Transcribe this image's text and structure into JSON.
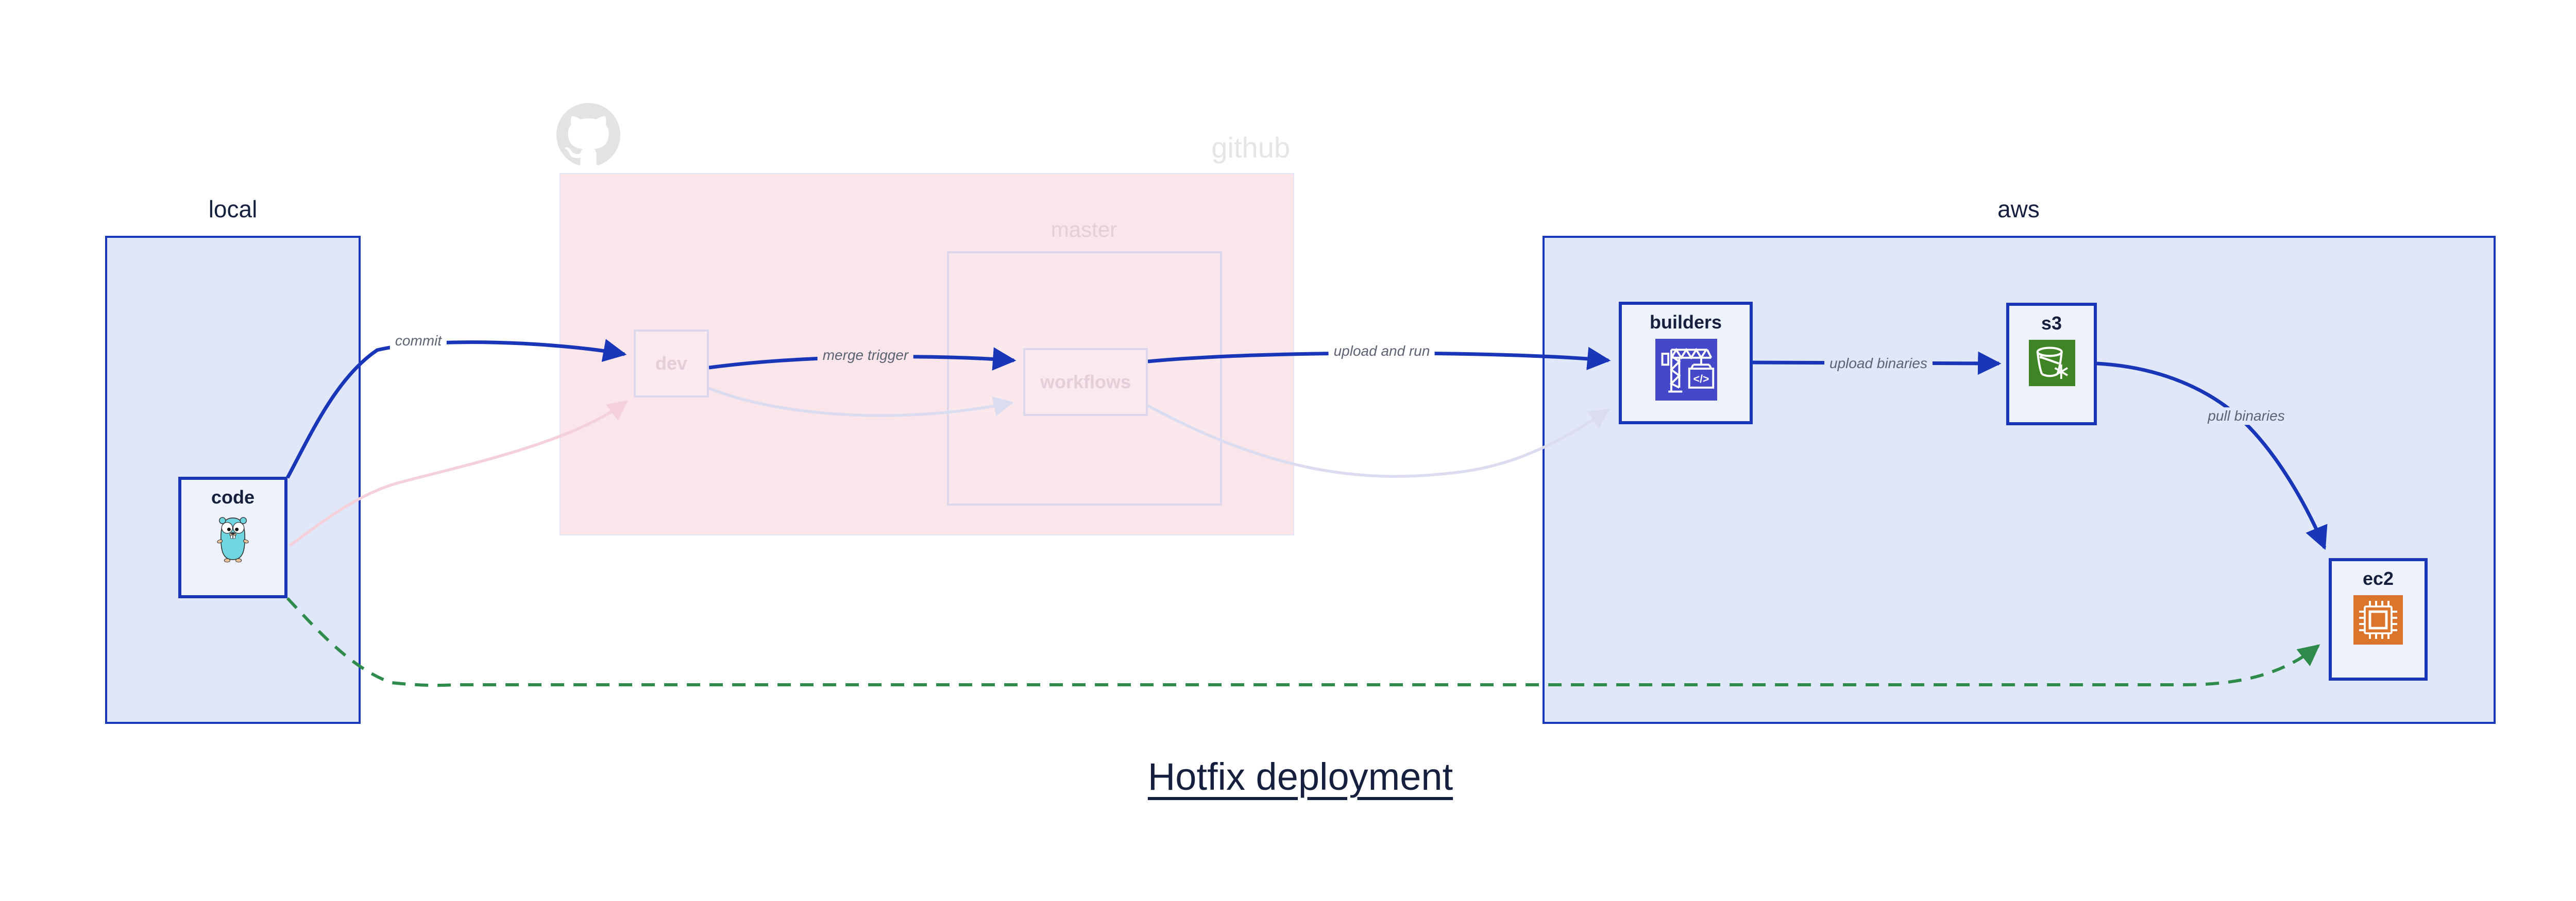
{
  "diagram_title": "Hotfix deployment",
  "groups": {
    "local": {
      "label": "local"
    },
    "github": {
      "label": "github"
    },
    "master": {
      "label": "master"
    },
    "aws": {
      "label": "aws"
    }
  },
  "nodes": {
    "code": {
      "label": "code",
      "icon": "go-gopher-icon"
    },
    "dev": {
      "label": "dev",
      "state": "faded"
    },
    "workflows": {
      "label": "workflows",
      "state": "faded"
    },
    "builders": {
      "label": "builders",
      "icon": "aws-codebuild-crane-icon",
      "icon_glyph": "</>"
    },
    "s3": {
      "label": "s3",
      "icon": "aws-s3-bucket-snowflake-icon"
    },
    "ec2": {
      "label": "ec2",
      "icon": "aws-ec2-chip-icon"
    }
  },
  "edges": {
    "commit": {
      "label": "commit",
      "from": "code",
      "to": "dev",
      "style": "solid-blue"
    },
    "merge_trigger": {
      "label": "merge trigger",
      "from": "dev",
      "to": "workflows",
      "style": "solid-blue"
    },
    "upload_and_run": {
      "label": "upload and run",
      "from": "workflows",
      "to": "builders",
      "style": "solid-blue"
    },
    "upload_binaries": {
      "label": "upload binaries",
      "from": "builders",
      "to": "s3",
      "style": "solid-blue"
    },
    "pull_binaries": {
      "label": "pull binaries",
      "from": "s3",
      "to": "ec2",
      "style": "solid-blue"
    },
    "code_to_dev_ghost": {
      "label": "",
      "from": "code",
      "to": "dev",
      "style": "faded-pink"
    },
    "dev_to_workflows_ghost": {
      "label": "",
      "from": "dev",
      "to": "workflows",
      "style": "faded-lavender"
    },
    "workflows_to_builders_ghost": {
      "label": "",
      "from": "workflows",
      "to": "builders",
      "style": "faded-lavender"
    },
    "hotfix_code_to_ec2": {
      "label": "",
      "from": "code",
      "to": "ec2",
      "style": "dashed-green"
    }
  },
  "colors": {
    "blue_accent": "#1a36b8",
    "group_fill": "#e0e7f8",
    "node_fill": "#eef2fc",
    "github_region_fill": "#f9e5ea",
    "faded_border": "#ddd7ec",
    "faded_text": "#e2cfda",
    "github_text": "#e5e5e8",
    "edge_label_text": "#5c6373",
    "dashed_green": "#2f8b4c",
    "codebuild_indigo": "#4548c8",
    "s3_green": "#408525",
    "ec2_orange": "#da752b",
    "gopher_teal": "#6fd5df",
    "title_text": "#15203e"
  }
}
